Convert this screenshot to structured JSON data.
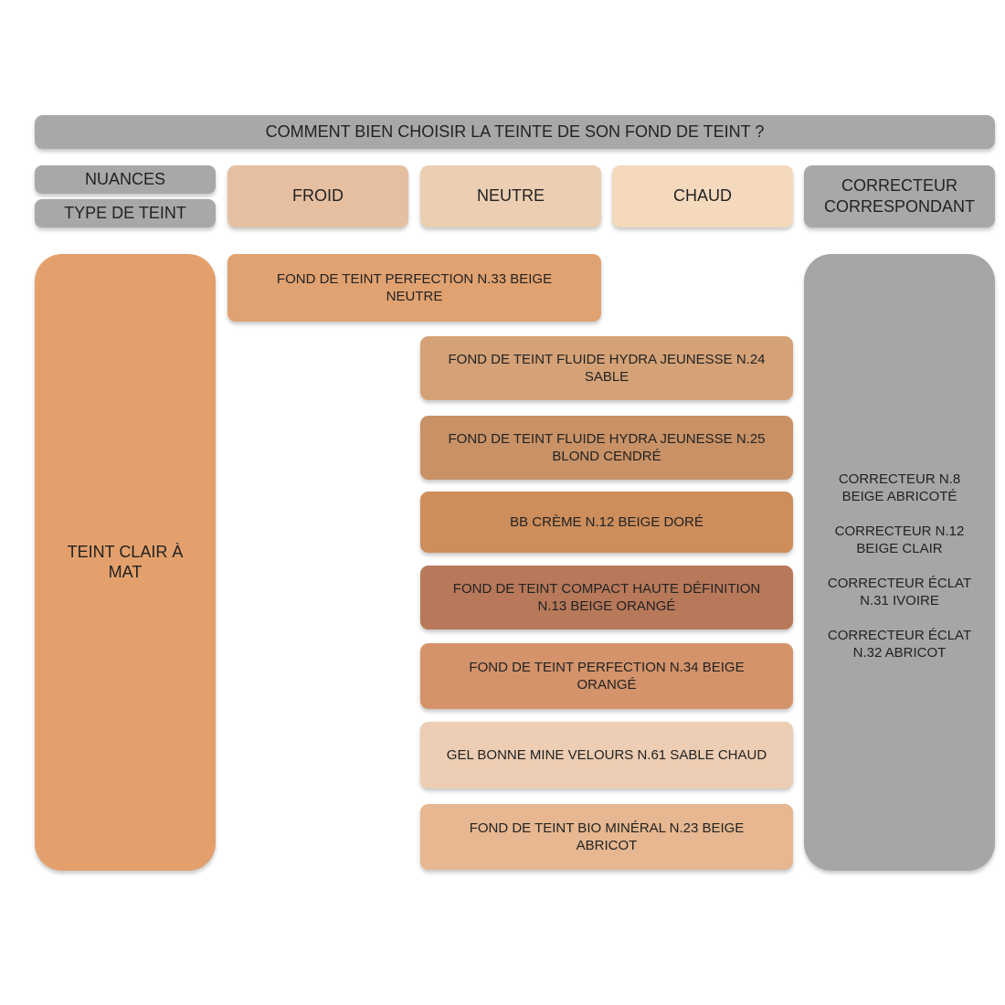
{
  "title": "COMMENT BIEN CHOISIR LA TEINTE DE SON FOND DE TEINT ?",
  "headers": {
    "nuances": "NUANCES",
    "type_de_teint": "TYPE DE TEINT",
    "froid": "FROID",
    "neutre": "NEUTRE",
    "chaud": "CHAUD",
    "correcteur": "CORRECTEUR CORRESPONDANT"
  },
  "row_label": "TEINT CLAIR À MAT",
  "products": [
    {
      "label": "FOND DE TEINT PERFECTION N.33 BEIGE NEUTRE",
      "color": "#e1a271"
    },
    {
      "label": "FOND DE TEINT FLUIDE HYDRA JEUNESSE N.24 SABLE",
      "color": "#d5a277"
    },
    {
      "label": "FOND DE TEINT FLUIDE HYDRA JEUNESSE N.25 BLOND CENDRÉ",
      "color": "#c99266"
    },
    {
      "label": "BB CRÈME N.12 BEIGE DORÉ",
      "color": "#cd8e5c"
    },
    {
      "label": "FOND DE TEINT COMPACT HAUTE DÉFINITION N.13 BEIGE ORANGÉ",
      "color": "#b8795a"
    },
    {
      "label": "FOND DE TEINT PERFECTION N.34 BEIGE ORANGÉ",
      "color": "#d4936a"
    },
    {
      "label": "GEL BONNE MINE VELOURS N.61 SABLE CHAUD",
      "color": "#edcdb3"
    },
    {
      "label": "FOND DE TEINT BIO MINÉRAL N.23 BEIGE ABRICOT",
      "color": "#e6b790"
    }
  ],
  "correctors": [
    "CORRECTEUR N.8 BEIGE ABRICOTÉ",
    "CORRECTEUR N.12 BEIGE CLAIR",
    "CORRECTEUR ÉCLAT N.31 IVOIRE",
    "CORRECTEUR ÉCLAT N.32 ABRICOT"
  ],
  "colors": {
    "header_grey": "#a8a8a8",
    "froid": "#e6bfa1",
    "neutre": "#ecceb3",
    "chaud": "#f4d9bd",
    "row_label": "#e4a06c",
    "corrector_panel": "#a6a6a6"
  }
}
